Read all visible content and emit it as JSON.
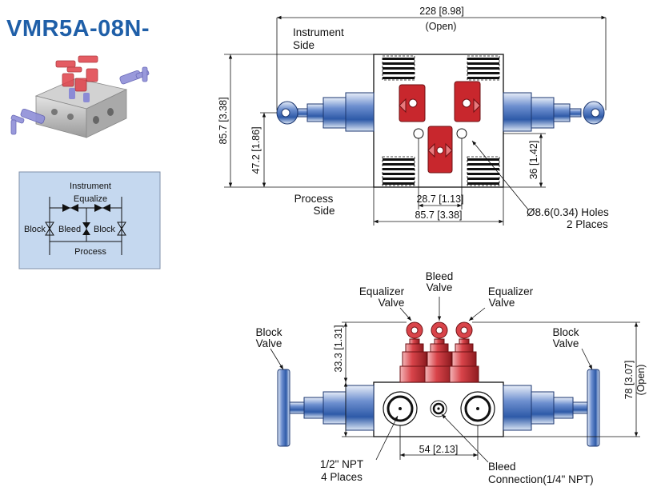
{
  "title": "VMR5A-08N-",
  "colors": {
    "brand_blue": "#1f5fa8",
    "valve_red": "#c8272d",
    "fitting_blue": "#2e5aa8",
    "schematic_bg": "#c5d8ef",
    "body_gray": "#b9b9b9"
  },
  "schematic": {
    "instrument": "Instrument",
    "equalize": "Equalize",
    "block_left": "Block",
    "bleed": "Bleed",
    "block_right": "Block",
    "process": "Process"
  },
  "top_view": {
    "width_open": "228 [8.98]",
    "width_open_note": "(Open)",
    "instrument_side_1": "Instrument",
    "instrument_side_2": "Side",
    "height_total": "85.7 [3.38]",
    "height_port": "47.2 [1.86]",
    "process_side_1": "Process",
    "process_side_2": "Side",
    "port_spacing": "28.7 [1.13]",
    "body_width": "85.7 [3.38]",
    "hole_offset": "36 [1.42]",
    "holes_1": "Ø8.6(0.34) Holes",
    "holes_2": "2 Places"
  },
  "front_view": {
    "bleed_valve_1": "Bleed",
    "bleed_valve_2": "Valve",
    "equalizer_left_1": "Equalizer",
    "equalizer_left_2": "Valve",
    "equalizer_right_1": "Equalizer",
    "equalizer_right_2": "Valve",
    "block_left_1": "Block",
    "block_left_2": "Valve",
    "block_right_1": "Block",
    "block_right_2": "Valve",
    "valve_height": "33.3 [1.31]",
    "height_open": "78 [3.07]",
    "height_open_note": "(Open)",
    "port_spacing": "54 [2.13]",
    "npt_1": "1/2\" NPT",
    "npt_2": "4 Places",
    "bleed_conn_1": "Bleed",
    "bleed_conn_2": "Connection(1/4\" NPT)"
  }
}
